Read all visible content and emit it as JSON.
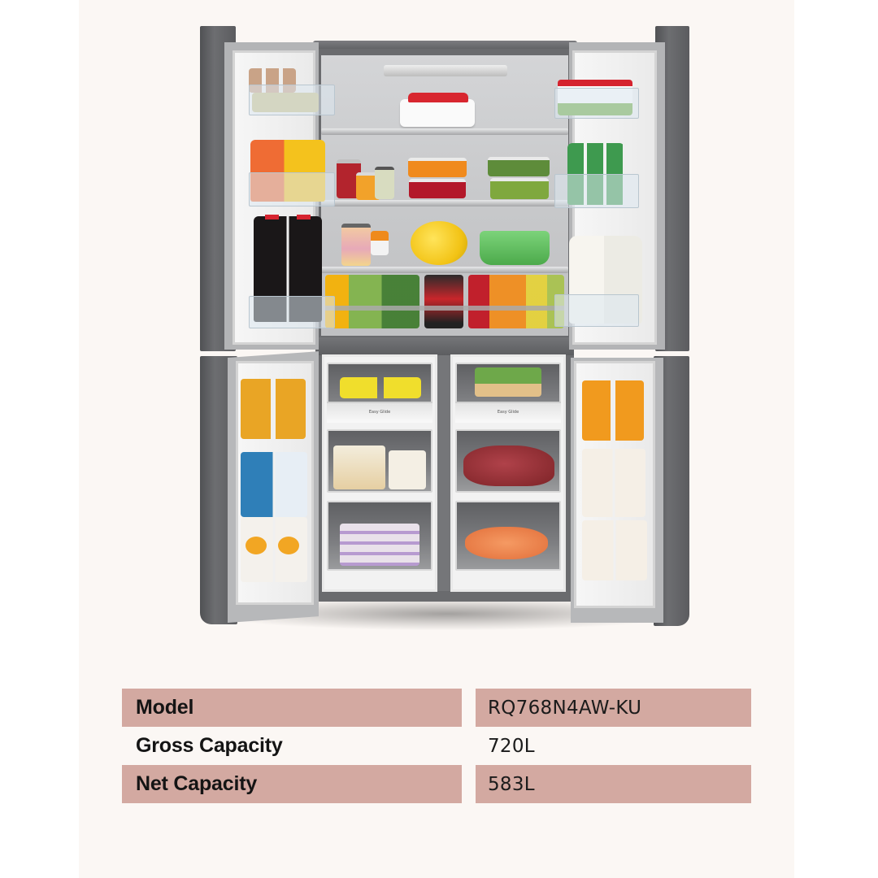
{
  "product": {
    "image_alt": "Four-door refrigerator with all doors open, fully stocked",
    "drawer_label": "Easy Glide",
    "colors": {
      "panel_background": "#fbf7f4",
      "page_background": "#ffffff",
      "row_shade": "#d3a9a1",
      "text": "#141414",
      "cabinet": "#6a6b6e"
    }
  },
  "specs": {
    "rows": [
      {
        "label": "Model",
        "value": "RQ768N4AW-KU",
        "shaded": true
      },
      {
        "label": "Gross Capacity",
        "value": "720L",
        "shaded": false
      },
      {
        "label": "Net Capacity",
        "value": "583L",
        "shaded": true
      }
    ]
  }
}
